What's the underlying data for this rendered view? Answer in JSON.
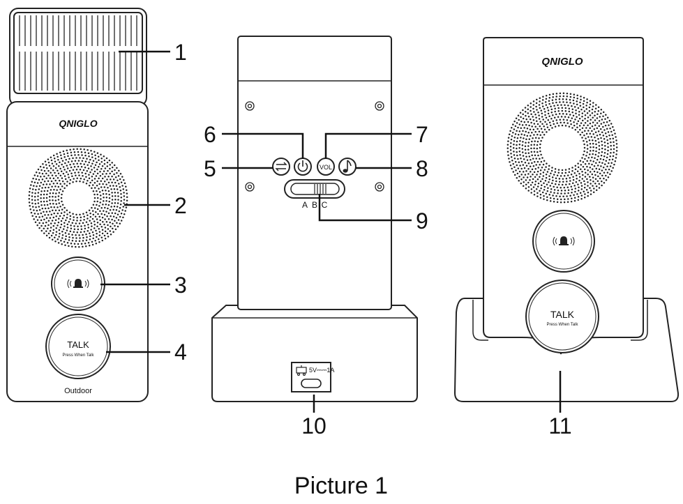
{
  "brand_logo_text": "QNIGLO",
  "caption": "Picture 1",
  "outdoor_unit": {
    "talk_label": "TALK",
    "talk_sublabel": "Press When Talk",
    "bottom_label": "Outdoor"
  },
  "back_view": {
    "vol_label": "VOL",
    "switch_positions": [
      "A",
      "B",
      "C"
    ],
    "port_rating": "5V⎓⎓1A"
  },
  "indoor_unit": {
    "talk_label": "TALK",
    "talk_sublabel": "Press When Talk"
  },
  "callouts": {
    "c1": "1",
    "c2": "2",
    "c3": "3",
    "c4": "4",
    "c5": "5",
    "c6": "6",
    "c7": "7",
    "c8": "8",
    "c9": "9",
    "c10": "10",
    "c11": "11"
  },
  "colors": {
    "stroke": "#222222",
    "fill": "#ffffff"
  },
  "icons": [
    "bell-icon",
    "power-icon",
    "pair-icon",
    "music-note-icon",
    "charger-icon",
    "usb-port-icon"
  ]
}
